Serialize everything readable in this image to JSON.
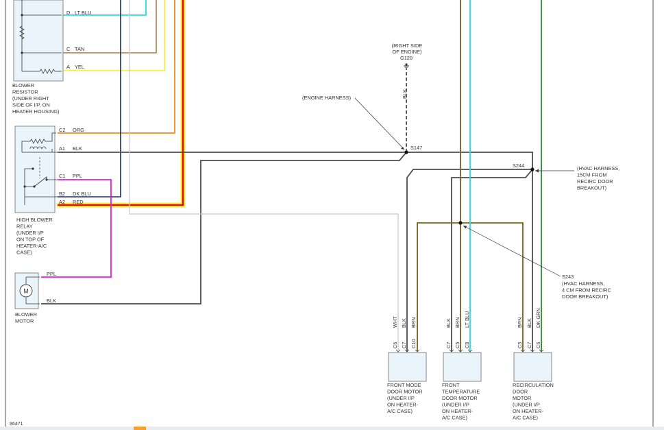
{
  "diagram_id": "86471",
  "colors": {
    "ltblu": "#27d9e8",
    "tan": "#b08a5e",
    "yel": "#f5f03a",
    "org": "#f08a1c",
    "blk": "#4d4d4d",
    "ppl": "#e81ce0",
    "dkblu": "#1a2a66",
    "red": "#e01010",
    "wht": "#c8c8c8",
    "brn": "#7a6018",
    "dkgrn": "#2a8a2a",
    "component_fill": "#eaf4fb"
  },
  "components": {
    "blower_resistor": {
      "label": [
        "BLOWER",
        "RESISTOR",
        "(UNDER RIGHT",
        "SIDE OF I/P, ON",
        "HEATER HOUSING)"
      ],
      "pins": [
        {
          "pin": "D",
          "wire": "LT BLU"
        },
        {
          "pin": "C",
          "wire": "TAN"
        },
        {
          "pin": "A",
          "wire": "YEL"
        }
      ]
    },
    "high_blower_relay": {
      "label": [
        "HIGH BLOWER",
        "RELAY",
        "(UNDER I/P",
        "ON TOP OF",
        "HEATER-A/C",
        "CASE)"
      ],
      "pins": [
        {
          "pin": "C2",
          "wire": "ORG"
        },
        {
          "pin": "A1",
          "wire": "BLK"
        },
        {
          "pin": "C1",
          "wire": "PPL"
        },
        {
          "pin": "B2",
          "wire": "DK BLU"
        },
        {
          "pin": "A2",
          "wire": "RED"
        }
      ]
    },
    "blower_motor": {
      "label": [
        "BLOWER",
        "MOTOR"
      ],
      "symbol": "M",
      "wires": [
        "PPL",
        "BLK"
      ]
    },
    "front_mode_door_motor": {
      "label": [
        "FRONT MODE",
        "DOOR MOTOR",
        "(UNDER I/P",
        "ON HEATER-",
        "A/C CASE)"
      ],
      "pins": [
        {
          "pin": "C6",
          "wire": "WHT"
        },
        {
          "pin": "C7",
          "wire": "BLK"
        },
        {
          "pin": "C10",
          "wire": "BRN"
        }
      ]
    },
    "front_temperature_door_motor": {
      "label": [
        "FRONT",
        "TEMPERATURE",
        "DOOR MOTOR",
        "(UNDER I/P",
        "ON HEATER-",
        "A/C CASE)"
      ],
      "pins": [
        {
          "pin": "C7",
          "wire": "BLK"
        },
        {
          "pin": "C5",
          "wire": "BRN"
        },
        {
          "pin": "C8",
          "wire": "LT BLU"
        }
      ]
    },
    "recirculation_door_motor": {
      "label": [
        "RECIRCULATION",
        "DOOR",
        "MOTOR",
        "(UNDER I/P",
        "ON HEATER-",
        "A/C CASE)"
      ],
      "pins": [
        {
          "pin": "C5",
          "wire": "BRN"
        },
        {
          "pin": "C7",
          "wire": "BLK"
        },
        {
          "pin": "C6",
          "wire": "DK GRN"
        }
      ]
    }
  },
  "ground": {
    "label": [
      "(RIGHT SIDE",
      "OF ENGINE)"
    ],
    "id": "G120",
    "wire": "BLK"
  },
  "splices": {
    "s147": {
      "id": "S147",
      "callout": "(ENGINE HARNESS)"
    },
    "s244": {
      "id": "S244",
      "callout": [
        "(HVAC HARNESS,",
        "15CM FROM",
        "RECIRC DOOR",
        "BREAKOUT)"
      ]
    },
    "s243": {
      "id": "S243",
      "callout": [
        "(HVAC HARNESS,",
        "4 CM FROM RECIRC",
        "DOOR BREAKOUT)"
      ]
    }
  }
}
